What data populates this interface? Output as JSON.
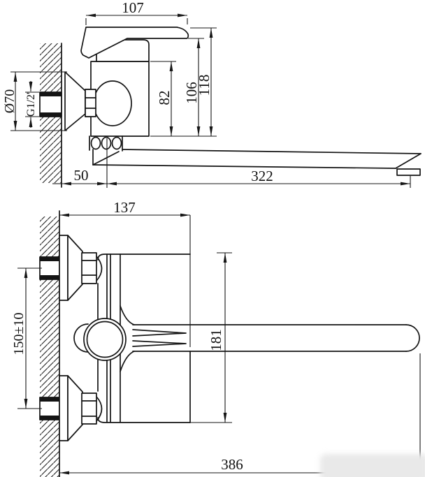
{
  "drawing": {
    "type": "technical-dimension-drawing",
    "subject": "Wall-mounted single-lever mixer faucet with long swivel spout, two orthographic views with millimeter dimensions",
    "units": "mm",
    "top_view": {
      "dim_handle_length": "107",
      "dim_escutcheon_diameter": "Ø70",
      "dim_thread": "G1/2'",
      "dim_cartridge_height": "82",
      "dim_body_height": "106",
      "dim_total_height": "118",
      "dim_wall_offset": "50",
      "dim_spout_length": "322"
    },
    "front_view": {
      "dim_wall_to_edge": "137",
      "dim_inlet_spacing": "150±10",
      "dim_body_span": "181",
      "dim_total_reach": "386"
    }
  }
}
